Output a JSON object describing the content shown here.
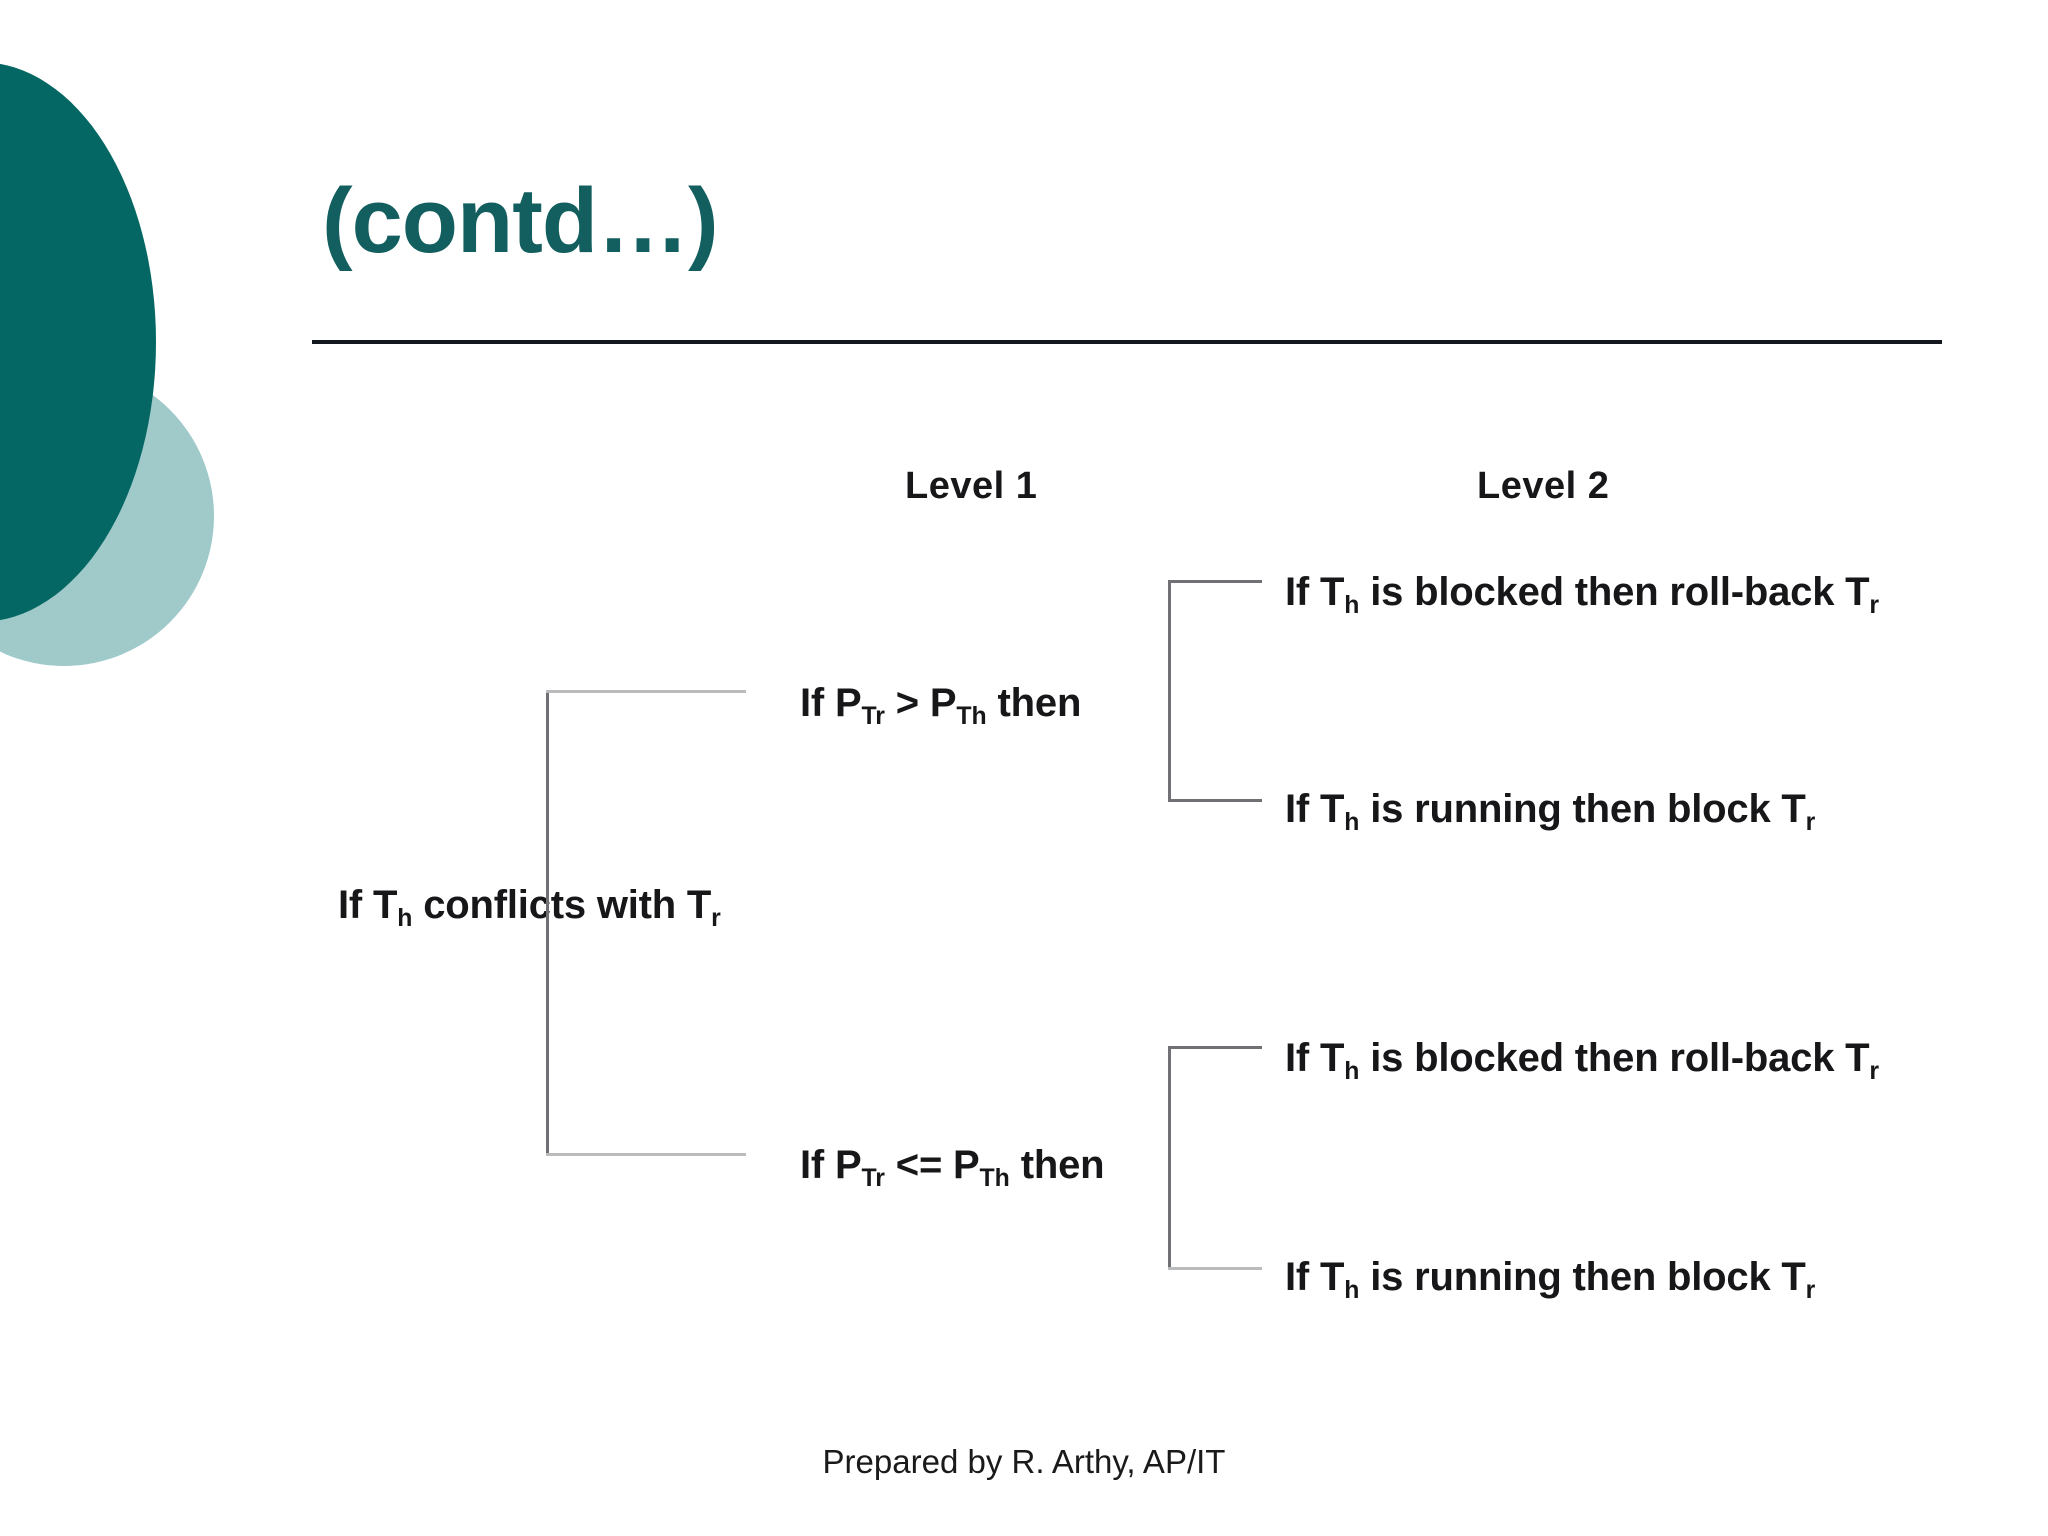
{
  "slide": {
    "title": "(contd…)",
    "footer": "Prepared by R. Arthy, AP/IT",
    "colors": {
      "title_teal": "#135f5f",
      "circle_dark": "#046763",
      "circle_light": "#a0c9ca",
      "rule": "#14181f",
      "diagram_line": "#6f7174",
      "text": "#17171a",
      "background": "#ffffff"
    }
  },
  "diagram": {
    "type": "tree",
    "headers": {
      "level1": "Level 1",
      "level2": "Level 2"
    },
    "root": {
      "label_prefix": "If T",
      "label_sub1": "h",
      "label_mid": " conflicts with T",
      "label_sub2": "r",
      "label_plain": "If Th conflicts with Tr"
    },
    "branches": [
      {
        "condition": {
          "prefix": "If P",
          "sub1": "Tr",
          "operator": "  >  P",
          "sub2": "Th",
          "suffix": " then",
          "plain": "If PTr > PTh then"
        },
        "outcomes": [
          {
            "prefix": "If T",
            "sub1": "h",
            "mid": " is blocked then roll-back T",
            "sub2": "r",
            "plain": "If Th is blocked then roll-back Tr"
          },
          {
            "prefix": "If T",
            "sub1": "h",
            "mid": " is running then block T",
            "sub2": "r",
            "plain": "If Th is running then block Tr"
          }
        ]
      },
      {
        "condition": {
          "prefix": "If P",
          "sub1": "Tr",
          "operator": "  <=  P",
          "sub2": "Th",
          "suffix": " then",
          "plain": "If PTr <= PTh then"
        },
        "outcomes": [
          {
            "prefix": "If T",
            "sub1": "h",
            "mid": " is blocked then roll-back T",
            "sub2": "r",
            "plain": "If Th is blocked then roll-back Tr"
          },
          {
            "prefix": "If T",
            "sub1": "h",
            "mid": " is running then block T",
            "sub2": "r",
            "plain": "If Th is running then block Tr"
          }
        ]
      }
    ]
  }
}
